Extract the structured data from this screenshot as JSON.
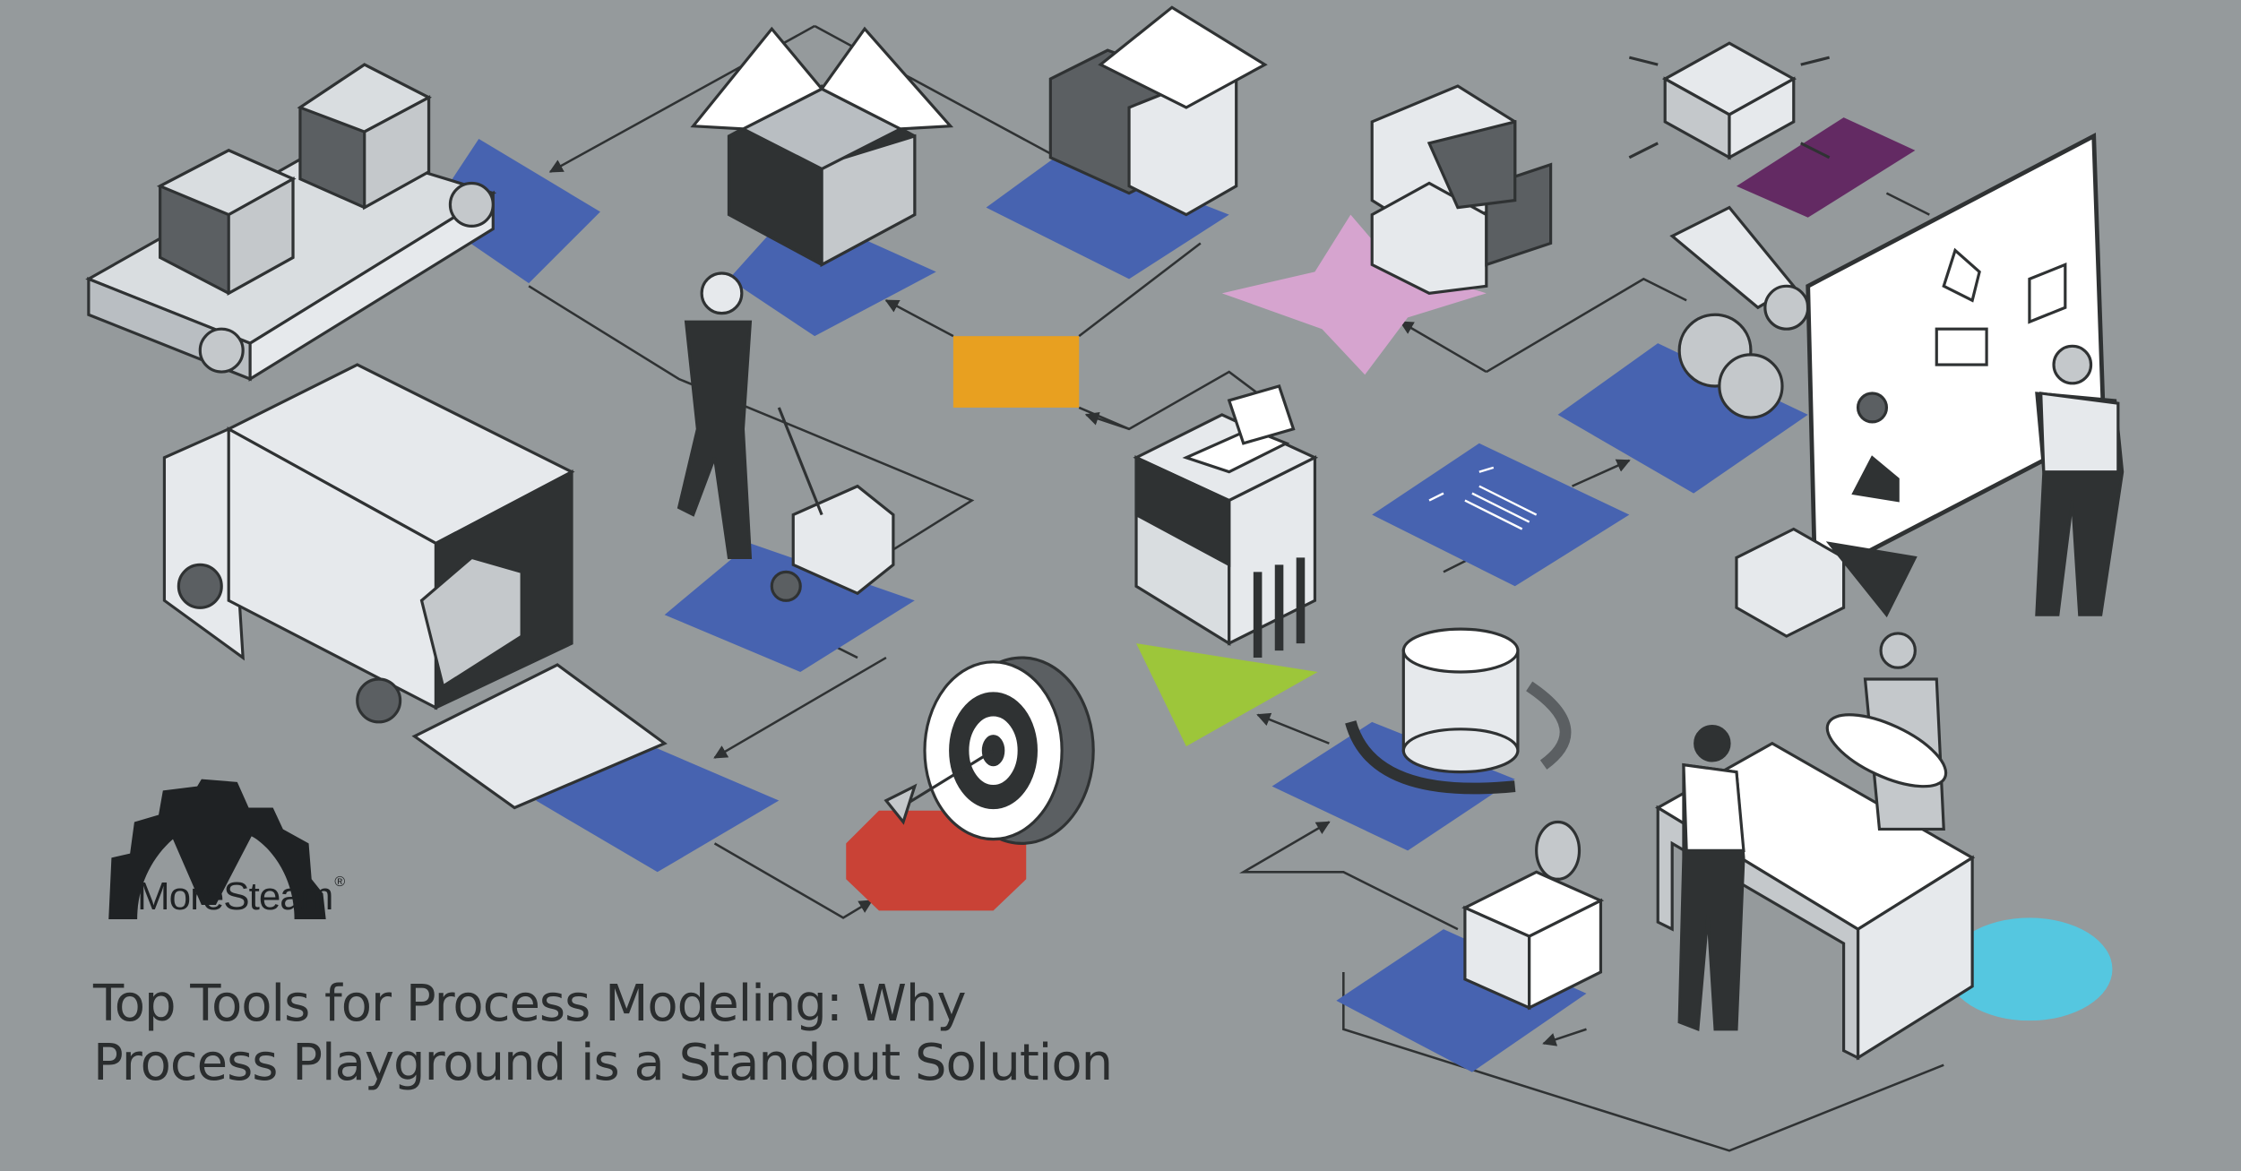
{
  "brand": {
    "name": "MoreSteam",
    "mark": "®"
  },
  "title": {
    "line1": "Top Tools for Process Modeling: Why",
    "line2": "Process Playground is a Standout Solution"
  },
  "colors": {
    "background": "#959a9c",
    "blue": "#4763b0",
    "orange": "#e8a020",
    "pink": "#d6a4cf",
    "purple": "#632a63",
    "green": "#9dc63a",
    "red": "#c94236",
    "cyan": "#55c7e0",
    "ink": "#2a2d2e"
  }
}
